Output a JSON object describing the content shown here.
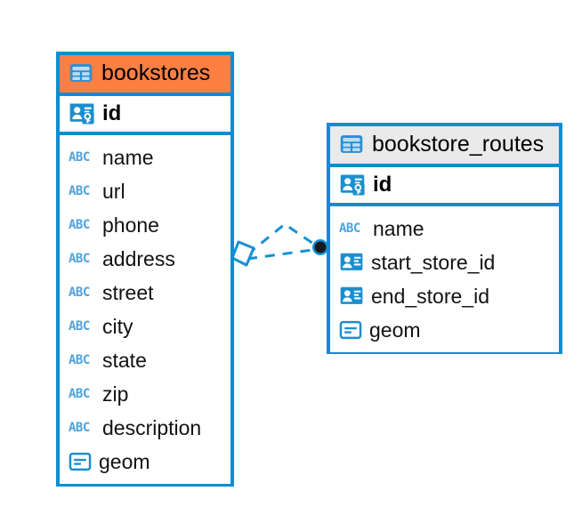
{
  "diagram": {
    "type": "entity-relationship-diagram",
    "accent_color": "#0b8ed1",
    "highlight_color": "#fd7f42",
    "header_gray": "#eaeaea",
    "background": "#ffffff"
  },
  "tables": [
    {
      "name": "bookstores",
      "header_style": "orange",
      "primary_key": {
        "label": "id",
        "icon": "primary-key-icon"
      },
      "columns": [
        {
          "label": "name",
          "icon": "abc-text-icon"
        },
        {
          "label": "url",
          "icon": "abc-text-icon"
        },
        {
          "label": "phone",
          "icon": "abc-text-icon"
        },
        {
          "label": "address",
          "icon": "abc-text-icon"
        },
        {
          "label": "street",
          "icon": "abc-text-icon"
        },
        {
          "label": "city",
          "icon": "abc-text-icon"
        },
        {
          "label": "state",
          "icon": "abc-text-icon"
        },
        {
          "label": "zip",
          "icon": "abc-text-icon"
        },
        {
          "label": "description",
          "icon": "abc-text-icon"
        },
        {
          "label": "geom",
          "icon": "geometry-icon"
        }
      ]
    },
    {
      "name": "bookstore_routes",
      "header_style": "gray",
      "primary_key": {
        "label": "id",
        "icon": "primary-key-icon"
      },
      "columns": [
        {
          "label": "name",
          "icon": "abc-text-icon"
        },
        {
          "label": "start_store_id",
          "icon": "foreign-key-icon"
        },
        {
          "label": "end_store_id",
          "icon": "foreign-key-icon"
        },
        {
          "label": "geom",
          "icon": "geometry-icon"
        }
      ]
    }
  ],
  "relationship": {
    "from_table": "bookstores",
    "to_table": "bookstore_routes",
    "line_style": "dashed",
    "color": "#1591d6",
    "source_marker": "diamond-marker",
    "target_marker": "filled-circle-marker",
    "branches": 2
  },
  "icon_glyphs": {
    "abc": "ABC"
  }
}
